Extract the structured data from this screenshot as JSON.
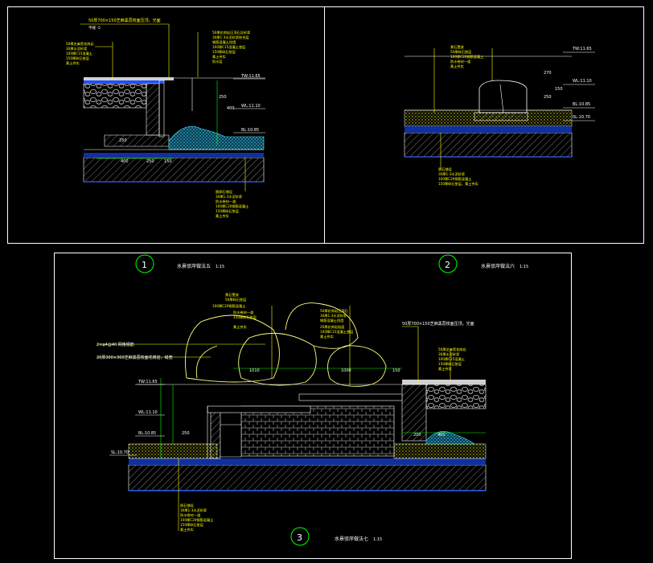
{
  "drawings": [
    {
      "number": "1",
      "title": "水景驳岸做法五",
      "scale": "1:15",
      "labels": {
        "cap_note": "50厚700×150芝麻黑荔枝面压顶，光面",
        "small_note": "平缝 -5",
        "tw": "TW:11.65",
        "wl": "WL:11.10",
        "bl": "BL:10.85",
        "dim_400": "400",
        "dim_250": "250",
        "dim_150": "150",
        "dim_250v": "250",
        "dim_400v": "400",
        "dim_250b": "250"
      }
    },
    {
      "number": "2",
      "title": "水景驳岸做法六",
      "scale": "1:15",
      "labels": {
        "tw": "TW:11.65",
        "wl": "WL:11.10",
        "bl": "BL:10.85",
        "sl": "SL:10.70",
        "dim_270": "270",
        "dim_250": "250",
        "dim_150": "150"
      }
    },
    {
      "number": "3",
      "title": "水景驳岸做法七",
      "scale": "1:15",
      "labels": {
        "note_a": "2×φ4@40 网格钢筋",
        "note_b": "20厚300×300芝麻黑荔枝面花岗岩，缝宽",
        "note_c": "50厚700×150芝麻黑荔枝面压顶，光面",
        "tw": "TW:11.65",
        "wl": "WL:11.10",
        "bl": "BL:10.85",
        "sl": "SL:10.70",
        "dim_1010": "1010",
        "dim_1000": "1000",
        "dim_150": "150",
        "dim_250": "250",
        "dim_200": "200",
        "dim_400": "400"
      }
    }
  ]
}
